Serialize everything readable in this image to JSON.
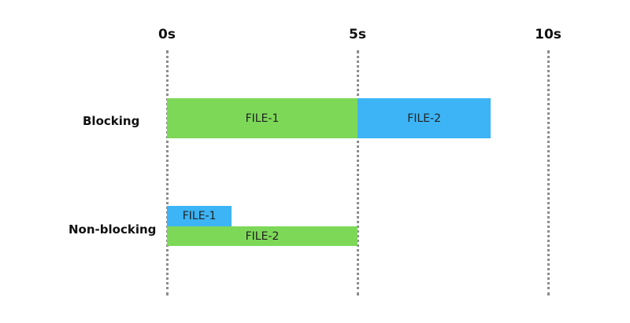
{
  "axis": {
    "ticks": [
      {
        "label": "0s",
        "value": 0
      },
      {
        "label": "5s",
        "value": 5
      },
      {
        "label": "10s",
        "value": 10
      }
    ]
  },
  "colors": {
    "green": "#7dd858",
    "blue": "#3cb4f5"
  },
  "rows": {
    "blocking": {
      "label": "Blocking",
      "bars": [
        {
          "label": "FILE-1",
          "start": 0,
          "end": 5,
          "color": "green"
        },
        {
          "label": "FILE-2",
          "start": 5,
          "end": 8.5,
          "color": "blue"
        }
      ]
    },
    "non_blocking": {
      "label": "Non-blocking",
      "bars": [
        {
          "label": "FILE-1",
          "start": 0,
          "end": 1.7,
          "color": "blue"
        },
        {
          "label": "FILE-2",
          "start": 0,
          "end": 5,
          "color": "green"
        }
      ]
    }
  }
}
